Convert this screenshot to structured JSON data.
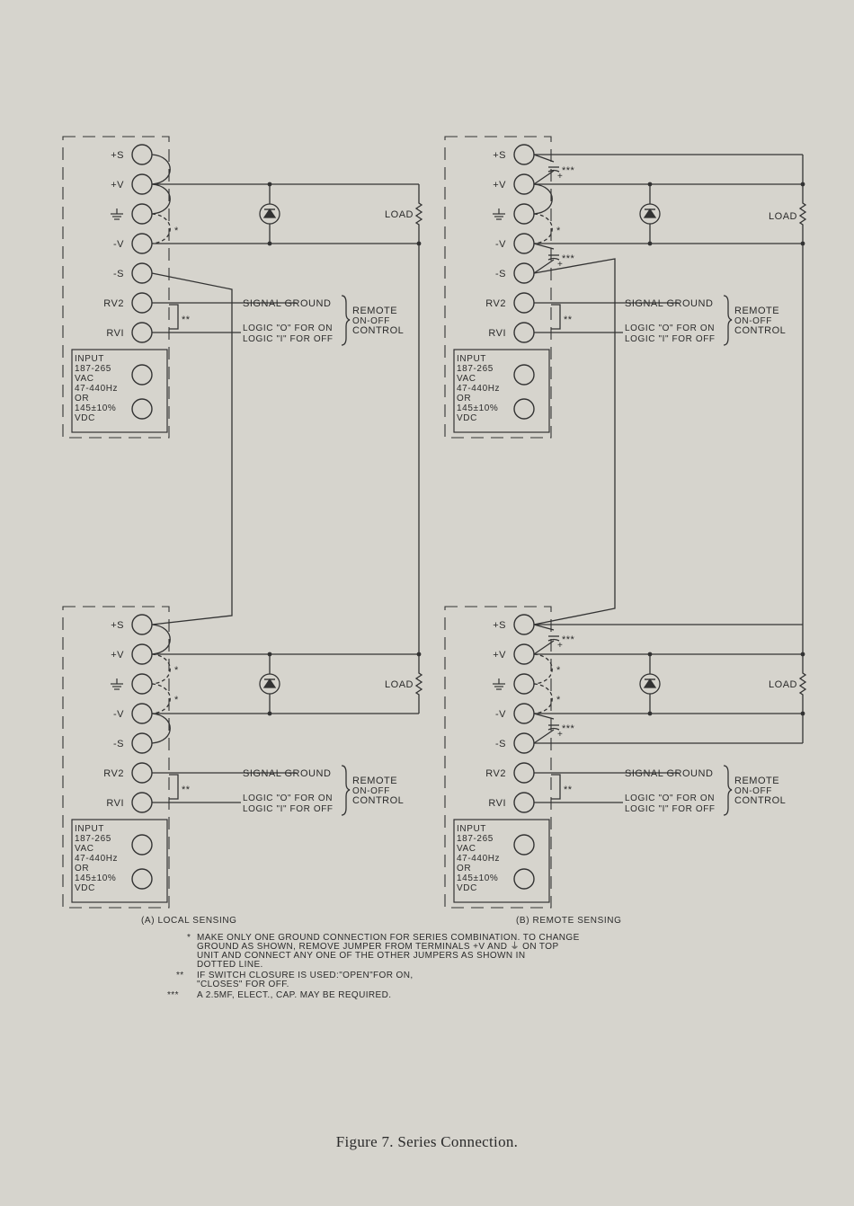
{
  "figure": {
    "caption": "Figure 7.   Series Connection."
  },
  "terminals": [
    "+S",
    "+V",
    "⏚",
    "-V",
    "-S",
    "RV2",
    "RVI"
  ],
  "input_block": {
    "label": "INPUT",
    "lines_upper": [
      "INPUT",
      "187-265",
      "VAC",
      "47-440Hz",
      "OR",
      "145±10%",
      "VDC"
    ]
  },
  "remote_control": {
    "signal_ground": "SIGNAL GROUND",
    "logic_on": "LOGIC \"O\" FOR ON",
    "logic_off": "LOGIC \"I\" FOR OFF",
    "remote": "REMOTE",
    "on_off": "ON-OFF",
    "control": "CONTROL"
  },
  "load_label": "LOAD",
  "marks": {
    "single": "*",
    "double": "**",
    "triple": "***"
  },
  "panels": {
    "a_label": "(A) LOCAL SENSING",
    "b_label": "(B) REMOTE SENSING"
  },
  "notes": [
    {
      "mark": "*",
      "lines": [
        "MAKE ONLY ONE GROUND CONNECTION FOR SERIES COMBINATION. TO CHANGE",
        "GROUND AS SHOWN, REMOVE JUMPER FROM TERMINALS +V AND ⏚ ON TOP",
        "UNIT AND CONNECT ANY ONE OF THE OTHER JUMPERS AS SHOWN IN",
        "DOTTED LINE."
      ]
    },
    {
      "mark": "**",
      "lines": [
        "IF SWITCH CLOSURE IS USED:\"OPEN\"FOR ON,",
        "\"CLOSES\" FOR OFF."
      ]
    },
    {
      "mark": "***",
      "lines": [
        "A 2.5MF, ELECT., CAP. MAY BE REQUIRED."
      ]
    }
  ]
}
